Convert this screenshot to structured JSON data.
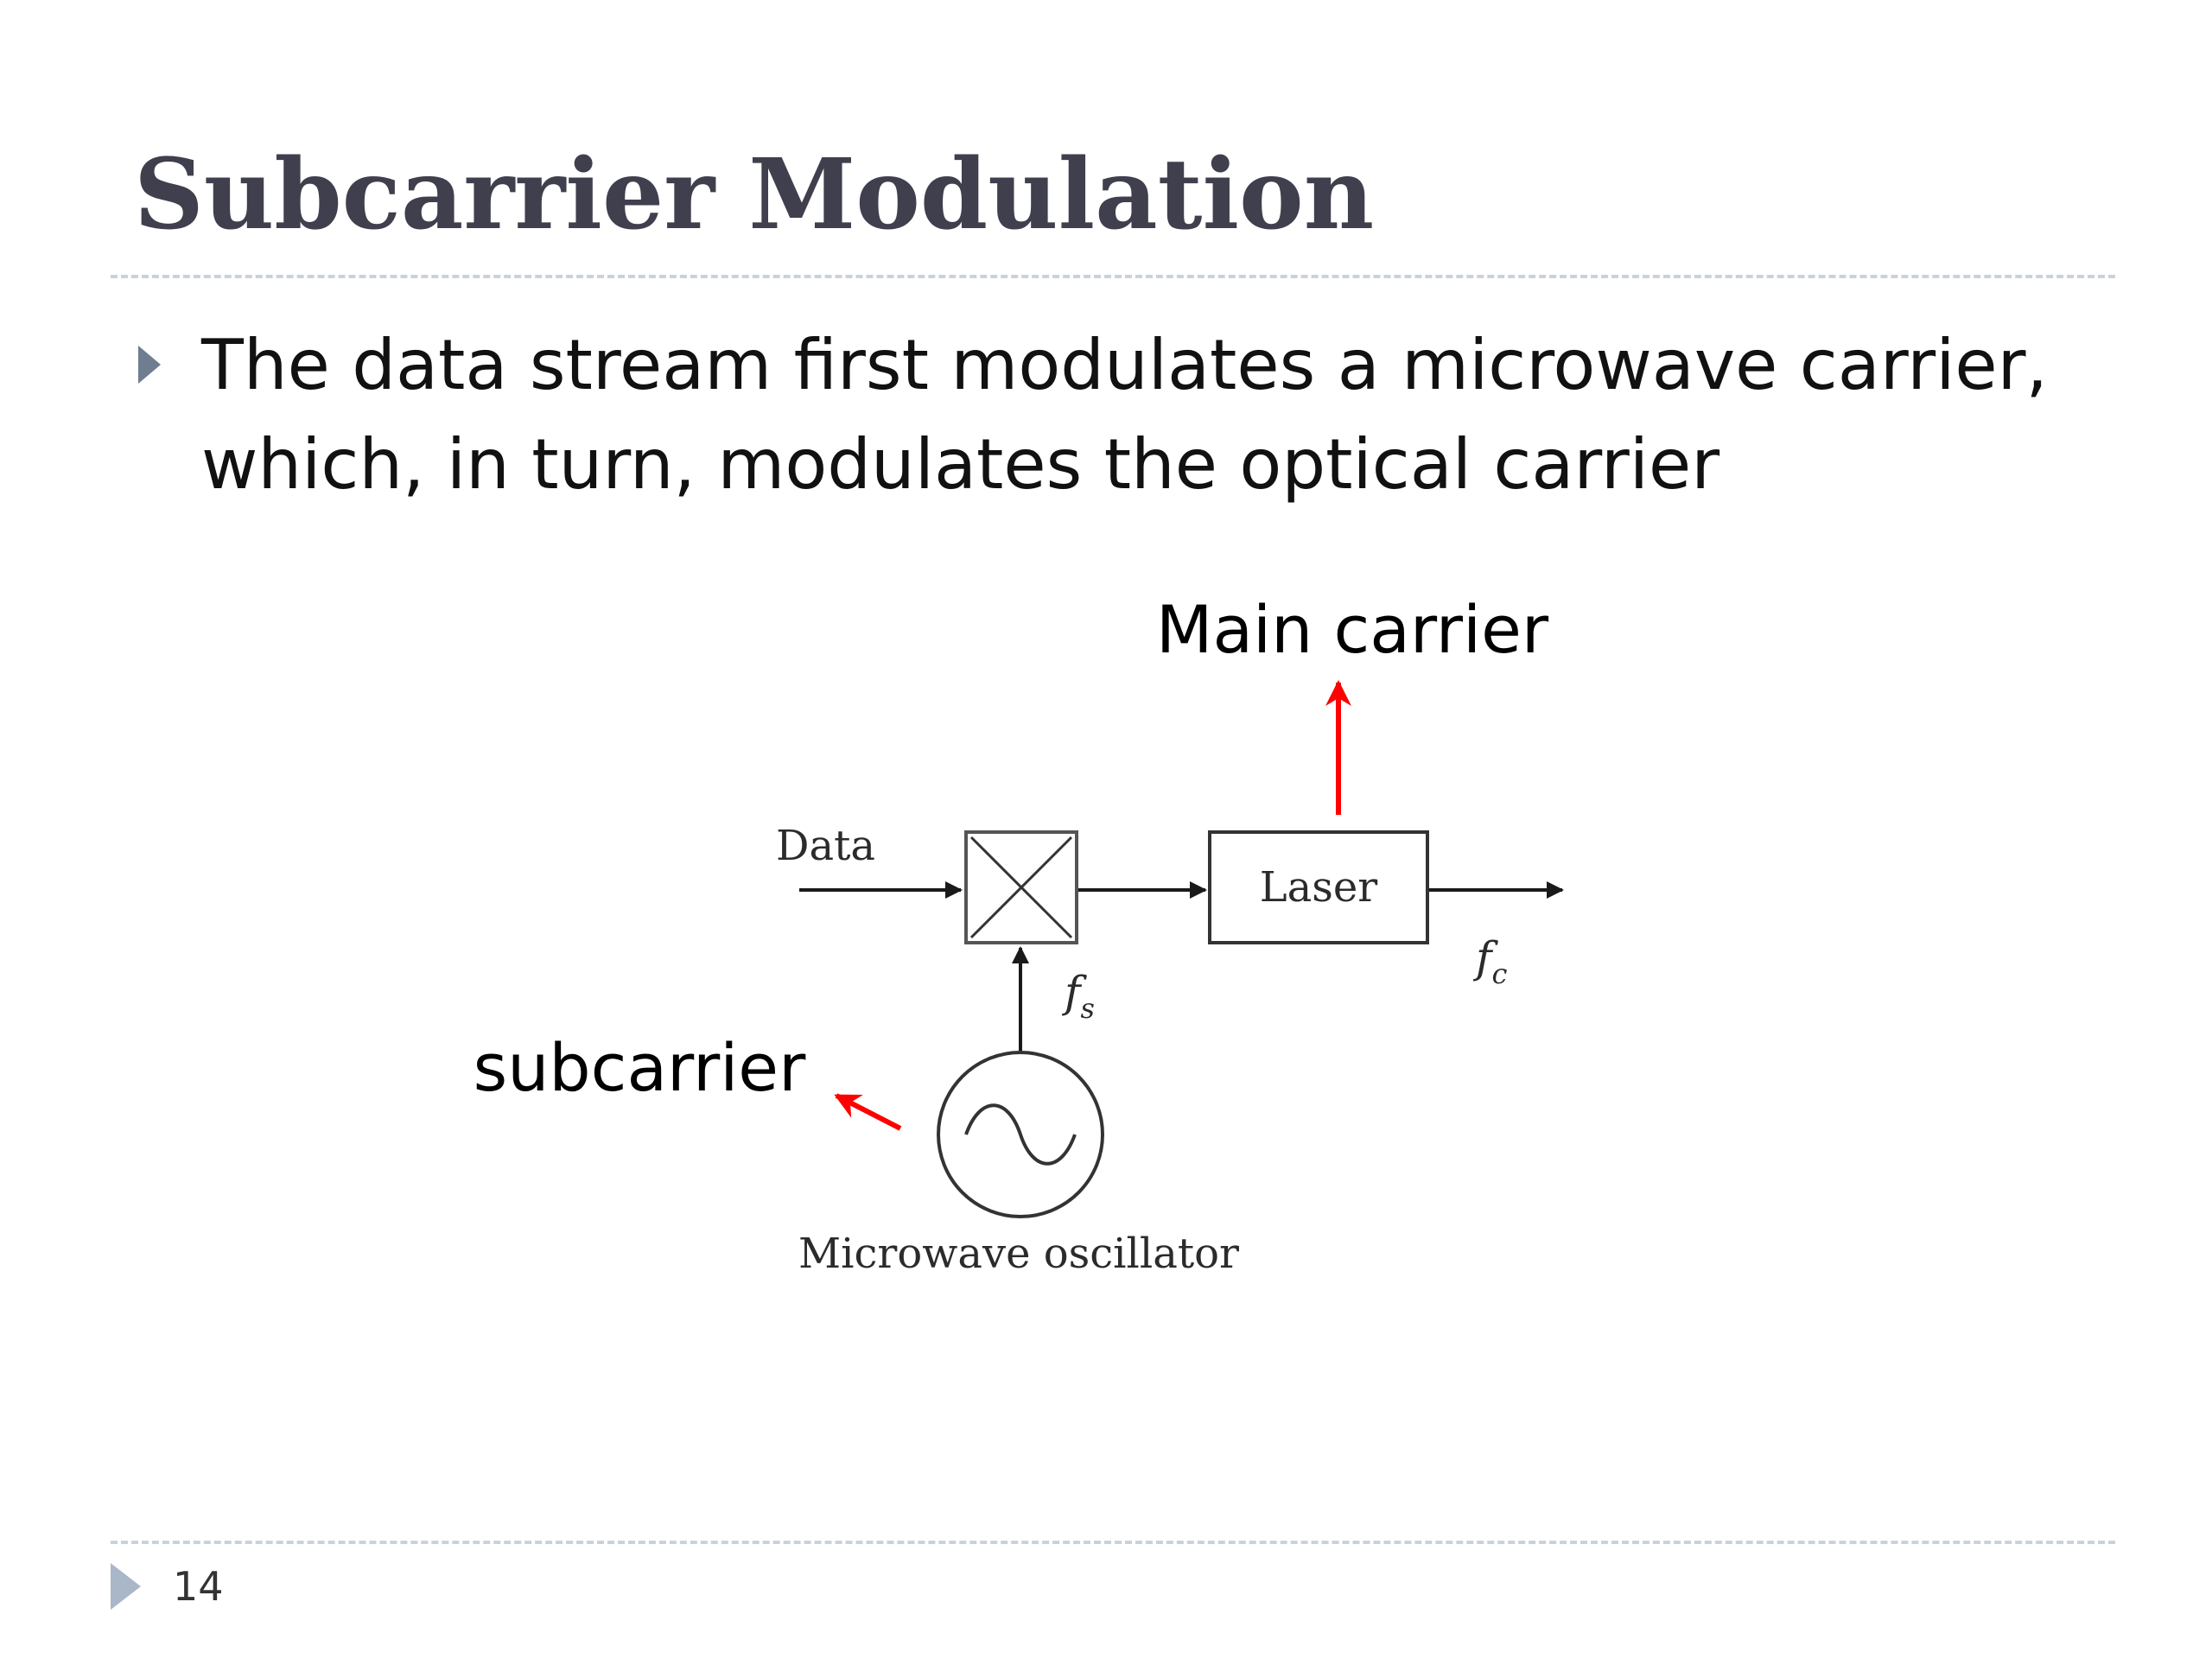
{
  "slide": {
    "title": "Subcarrier Modulation",
    "bullet": "The data stream first modulates a microwave carrier, which, in turn, modulates the optical carrier",
    "page_number": "14"
  },
  "diagram": {
    "data_label": "Data",
    "laser_label": "Laser",
    "oscillator_label": "Microwave oscillator",
    "fs_label": "f",
    "fs_sub": "s",
    "fc_label": "f",
    "fc_sub": "c",
    "annotation_main": "Main carrier",
    "annotation_sub": "subcarrier",
    "annotation_color": "#ff0000"
  },
  "colors": {
    "title": "#3f3f4d",
    "bullet_marker": "#6f7d91",
    "rule": "#c9d2dc",
    "footer_marker": "#a9b7c9"
  }
}
